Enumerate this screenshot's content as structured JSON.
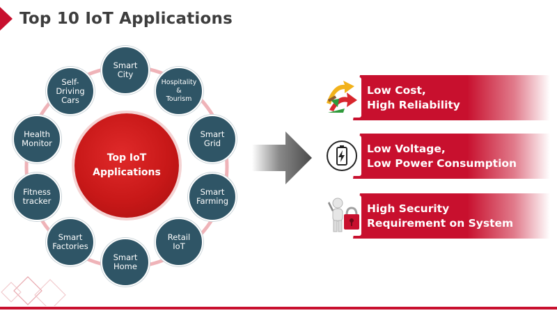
{
  "title": "Top 10 IoT Applications",
  "center_label": "Top IoT\nApplications",
  "applications": [
    {
      "label": "Smart\nCity",
      "small": false
    },
    {
      "label": "Hospitality\n&\nTourism",
      "small": true
    },
    {
      "label": "Smart\nGrid",
      "small": false
    },
    {
      "label": "Smart\nFarming",
      "small": false
    },
    {
      "label": "Retail\nIoT",
      "small": false
    },
    {
      "label": "Smart\nHome",
      "small": false
    },
    {
      "label": "Smart\nFactories",
      "small": false
    },
    {
      "label": "Fitness\ntracker",
      "small": false
    },
    {
      "label": "Health\nMonitor",
      "small": false
    },
    {
      "label": "Self-\nDriving\nCars",
      "small": false
    }
  ],
  "features": [
    {
      "label": "Low Cost,\nHigh Reliability",
      "icon": "trend-arrows-icon"
    },
    {
      "label": "Low Voltage,\nLow Power Consumption",
      "icon": "battery-icon"
    },
    {
      "label": "High Security\nRequirement on System",
      "icon": "security-lock-figure-icon"
    }
  ],
  "colors": {
    "accent_red": "#c8102e",
    "node_blue": "#2f5566",
    "title_gray": "#3d3d3d"
  }
}
